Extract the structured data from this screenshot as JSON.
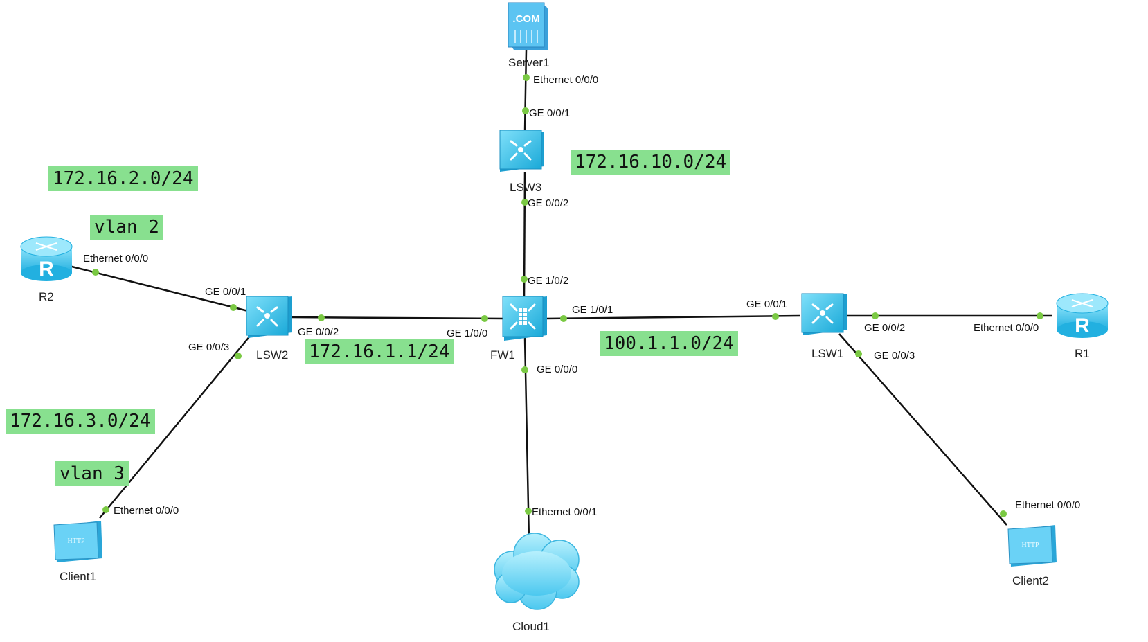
{
  "colors": {
    "link": "#111111",
    "port_dot": "#7ac943",
    "note_bg": "#88e08f",
    "device": "#36c3ec"
  },
  "devices": {
    "server1": {
      "label": "Server1",
      "icon": "server-icon",
      "badge": ".COM"
    },
    "lsw3": {
      "label": "LSW3",
      "icon": "switch-icon"
    },
    "fw1": {
      "label": "FW1",
      "icon": "firewall-icon"
    },
    "lsw2": {
      "label": "LSW2",
      "icon": "switch-icon"
    },
    "lsw1": {
      "label": "LSW1",
      "icon": "switch-icon"
    },
    "r2": {
      "label": "R2",
      "icon": "router-icon",
      "badge": "R"
    },
    "r1": {
      "label": "R1",
      "icon": "router-icon",
      "badge": "R"
    },
    "client1": {
      "label": "Client1",
      "icon": "client-icon",
      "badge": "HTTP"
    },
    "client2": {
      "label": "Client2",
      "icon": "client-icon",
      "badge": "HTTP"
    },
    "cloud1": {
      "label": "Cloud1",
      "icon": "cloud-icon"
    }
  },
  "ports": {
    "server1_eth": "Ethernet 0/0/0",
    "lsw3_ge001": "GE 0/0/1",
    "lsw3_ge002": "GE 0/0/2",
    "fw1_ge102": "GE 1/0/2",
    "fw1_ge101": "GE 1/0/1",
    "fw1_ge100": "GE 1/0/0",
    "fw1_ge000": "GE 0/0/0",
    "lsw2_ge001": "GE 0/0/1",
    "lsw2_ge002": "GE 0/0/2",
    "lsw2_ge003": "GE 0/0/3",
    "r2_eth": "Ethernet 0/0/0",
    "client1_eth": "Ethernet 0/0/0",
    "lsw1_ge001": "GE 0/0/1",
    "lsw1_ge002": "GE 0/0/2",
    "lsw1_ge003": "GE 0/0/3",
    "r1_eth": "Ethernet 0/0/0",
    "client2_eth": "Ethernet 0/0/0",
    "cloud1_eth": "Ethernet 0/0/1"
  },
  "notes": {
    "net_10": "172.16.10.0/24",
    "net_2": "172.16.2.0/24",
    "vlan2": "vlan 2",
    "net_1": "172.16.1.1/24",
    "net_100": "100.1.1.0/24",
    "net_3": "172.16.3.0/24",
    "vlan3": "vlan 3"
  }
}
